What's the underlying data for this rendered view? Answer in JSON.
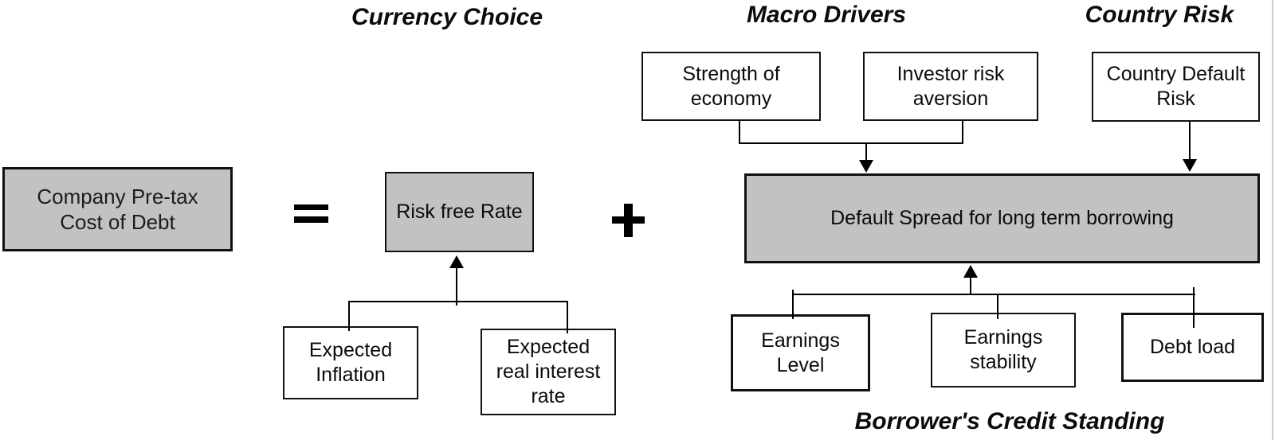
{
  "diagram": {
    "title_labels": {
      "currency_choice": "Currency Choice",
      "macro_drivers": "Macro Drivers",
      "country_risk": "Country Risk",
      "borrowers_credit_standing": "Borrower's Credit Standing"
    },
    "operators": {
      "equals": "=",
      "plus": "+"
    },
    "boxes": {
      "company_pretax": {
        "label": "Company Pre-tax\nCost of Debt",
        "shaded": true
      },
      "risk_free": {
        "label": "Risk free Rate",
        "shaded": true
      },
      "default_spread": {
        "label": "Default Spread for long term borrowing",
        "shaded": true
      },
      "strength_economy": {
        "label": "Strength of\neconomy",
        "shaded": false
      },
      "investor_risk": {
        "label": "Investor risk\naversion",
        "shaded": false
      },
      "country_default": {
        "label": "Country Default\nRisk",
        "shaded": false
      },
      "expected_inflation": {
        "label": "Expected\nInflation",
        "shaded": false
      },
      "expected_real_rate": {
        "label": "Expected\nreal interest\nrate",
        "shaded": false
      },
      "earnings_level": {
        "label": "Earnings\nLevel",
        "shaded": false
      },
      "earnings_stability": {
        "label": "Earnings\nstability",
        "shaded": false
      },
      "debt_load": {
        "label": "Debt load",
        "shaded": false
      }
    },
    "colors": {
      "box_fill": "#c2c2c2",
      "box_border": "#111111",
      "line": "#000000",
      "background": "#ffffff"
    }
  }
}
